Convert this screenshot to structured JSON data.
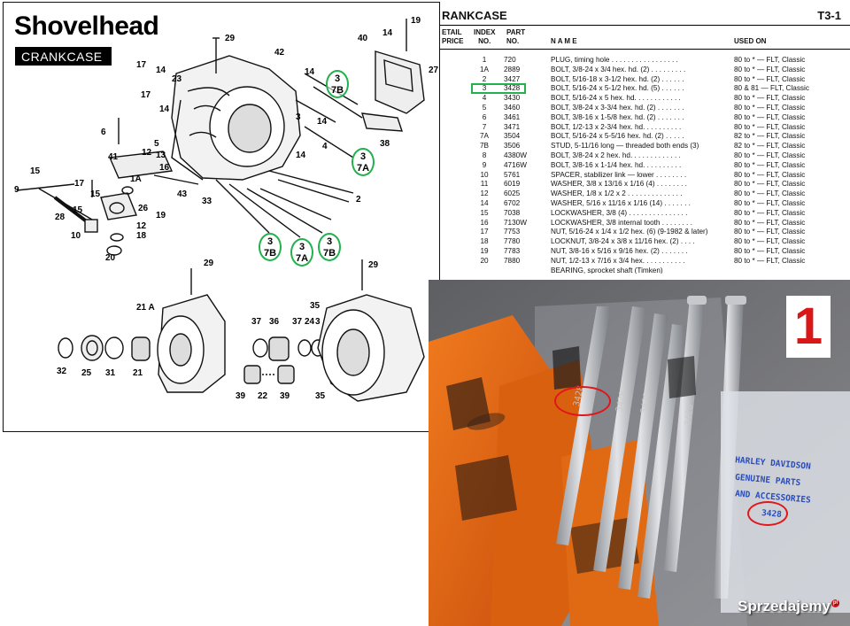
{
  "diagram": {
    "title": "Shovelhead",
    "badge": "CRANKCASE",
    "callouts": [
      "29",
      "17",
      "14",
      "23",
      "42",
      "14",
      "40",
      "14",
      "19",
      "27",
      "6",
      "17",
      "14",
      "5",
      "13",
      "12",
      "14",
      "4",
      "14",
      "41",
      "16",
      "1A",
      "38",
      "15",
      "9",
      "17",
      "15",
      "43",
      "3",
      "2",
      "28",
      "15",
      "26",
      "19",
      "10",
      "12",
      "18",
      "20",
      "29",
      "33",
      "29",
      "21 A",
      "37",
      "36",
      "37",
      "24",
      "3",
      "35",
      "32",
      "25",
      "31",
      "21",
      "39",
      "22",
      "39",
      "35"
    ],
    "highlights": [
      {
        "top": "3",
        "bottom": "7B"
      },
      {
        "top": "3",
        "bottom": "7A"
      },
      {
        "top": "3",
        "bottom": "7B"
      },
      {
        "top": "3",
        "bottom": "7A"
      },
      {
        "top": "3",
        "bottom": "7B"
      }
    ]
  },
  "parts": {
    "title": "RANKCASE",
    "code": "T3-1",
    "headers": {
      "retail": "ETAIL\nPRICE",
      "index": "INDEX\nNO.",
      "part": "PART\nNO.",
      "name": "N A M E",
      "used": "USED ON"
    },
    "rows": [
      {
        "idx": "1",
        "part": "720",
        "name": "PLUG, timing hole . . . . . . . . . . . . . . . . .",
        "used": "80 to * — FLT, Classic"
      },
      {
        "idx": "1A",
        "part": "2889",
        "name": "BOLT, 3/8-24 x 3/4 hex. hd. (2) . . . . . . . . .",
        "used": "80 to * — FLT, Classic"
      },
      {
        "idx": "2",
        "part": "3427",
        "name": "BOLT, 5/16-18 x 3-1/2 hex. hd. (2) . . . . . .",
        "used": "80 to * — FLT, Classic"
      },
      {
        "idx": "3",
        "part": "3428",
        "name": "BOLT, 5/16-24 x 5-1/2 hex. hd. (5) . . . . . .",
        "used": "80 & 81 — FLT, Classic"
      },
      {
        "idx": "4",
        "part": "3430",
        "name": "BOLT, 5/16-24 x 5 hex. hd. . . . . . . . . . . .",
        "used": "80 to * — FLT, Classic"
      },
      {
        "idx": "5",
        "part": "3460",
        "name": "BOLT, 3/8-24 x 3-3/4 hex. hd. (2) . . . . . . .",
        "used": "80 to * — FLT, Classic"
      },
      {
        "idx": "6",
        "part": "3461",
        "name": "BOLT, 3/8-16 x 1-5/8 hex. hd. (2) . . . . . . .",
        "used": "80 to * — FLT, Classic"
      },
      {
        "idx": "7",
        "part": "3471",
        "name": "BOLT, 1/2-13 x 2-3/4 hex. hd. . . . . . . . . .",
        "used": "80 to * — FLT, Classic"
      },
      {
        "idx": "7A",
        "part": "3504",
        "name": "BOLT, 5/16-24 x 5-5/16 hex. hd. (2) . . . . .",
        "used": "82 to * — FLT, Classic"
      },
      {
        "idx": "7B",
        "part": "3506",
        "name": "STUD, 5-11/16 long — threaded both ends (3)",
        "used": "82 to * — FLT, Classic"
      },
      {
        "idx": "8",
        "part": "4380W",
        "name": "BOLT, 3/8-24 x 2 hex. hd. . . . . . . . . . . . .",
        "used": "80 to * — FLT, Classic"
      },
      {
        "idx": "9",
        "part": "4716W",
        "name": "BOLT, 3/8-16 x 1-1/4 hex. hd. . . . . . . . . .",
        "used": "80 to * — FLT, Classic"
      },
      {
        "idx": "10",
        "part": "5761",
        "name": "SPACER, stabilizer link — lower . . . . . . . .",
        "used": "80 to * — FLT, Classic"
      },
      {
        "idx": "11",
        "part": "6019",
        "name": "WASHER, 3/8 x 13/16 x 1/16 (4) . . . . . . . .",
        "used": "80 to * — FLT, Classic"
      },
      {
        "idx": "12",
        "part": "6025",
        "name": "WASHER, 1/8 x 1/2 x 2 . . . . . . . . . . . . . .",
        "used": "80 to * — FLT, Classic"
      },
      {
        "idx": "14",
        "part": "6702",
        "name": "WASHER, 5/16 x 11/16 x 1/16 (14) . . . . . . .",
        "used": "80 to * — FLT, Classic"
      },
      {
        "idx": "15",
        "part": "7038",
        "name": "LOCKWASHER, 3/8 (4) . . . . . . . . . . . . . . .",
        "used": "80 to * — FLT, Classic"
      },
      {
        "idx": "16",
        "part": "7130W",
        "name": "LOCKWASHER, 3/8 internal tooth . . . . . . . .",
        "used": "80 to * — FLT, Classic"
      },
      {
        "idx": "17",
        "part": "7753",
        "name": "NUT, 5/16-24 x 1/4 x 1/2 hex. (6) (9-1982 & later)",
        "used": "80 to * — FLT, Classic"
      },
      {
        "idx": "18",
        "part": "7780",
        "name": "LOCKNUT, 3/8-24 x 3/8 x 11/16 hex. (2) . . . .",
        "used": "80 to * — FLT, Classic"
      },
      {
        "idx": "19",
        "part": "7783",
        "name": "NUT, 3/8-16 x 5/16 x 9/16 hex. (2) . . . . . . .",
        "used": "80 to * — FLT, Classic"
      },
      {
        "idx": "20",
        "part": "7880",
        "name": "NUT, 1/2-13 x 7/16 x 3/4 hex. . . . . . . . . . .",
        "used": "80 to * — FLT, Classic"
      }
    ],
    "partial_row": "BEARING, sprocket shaft (Timken)"
  },
  "photo": {
    "number": "1",
    "bolt_stamps": [
      "3428",
      "3428",
      "3428",
      "3428"
    ],
    "label_card": {
      "line1": "HARLEY DAVIDSON",
      "line2": "GENUINE PARTS",
      "line3": "AND ACCESSORIES",
      "line4": "3428"
    },
    "watermark": "Sprzedajemy",
    "watermark_suffix": "pl"
  }
}
